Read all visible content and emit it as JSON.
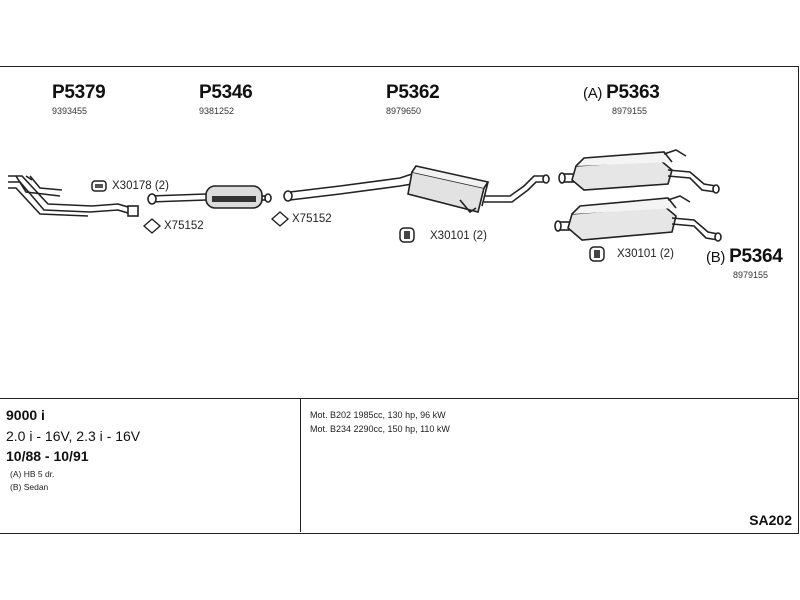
{
  "parts": {
    "p5379": {
      "number": "P5379",
      "oe": "9393455"
    },
    "p5346": {
      "number": "P5346",
      "oe": "9381252"
    },
    "p5362": {
      "number": "P5362",
      "oe": "8979650"
    },
    "p5363": {
      "prefix": "(A)",
      "number": "P5363",
      "oe": "8979155"
    },
    "p5364": {
      "prefix": "(B)",
      "number": "P5364",
      "oe": "8979155"
    }
  },
  "fittings": {
    "x30178": "X30178 (2)",
    "x75152_a": "X75152",
    "x75152_b": "X75152",
    "x30101_a": "X30101 (2)",
    "x30101_b": "X30101 (2)"
  },
  "vehicle": {
    "model": "9000 i",
    "engines": "2.0 i - 16V, 2.3 i - 16V",
    "years": "10/88 - 10/91",
    "notes": [
      "(A) HB 5 dr.",
      "(B) Sedan"
    ]
  },
  "motors": [
    "Mot. B202 1985cc, 130 hp, 96 kW",
    "Mot. B234 2290cc, 150 hp, 110 kW"
  ],
  "diagram_code": "SA202"
}
